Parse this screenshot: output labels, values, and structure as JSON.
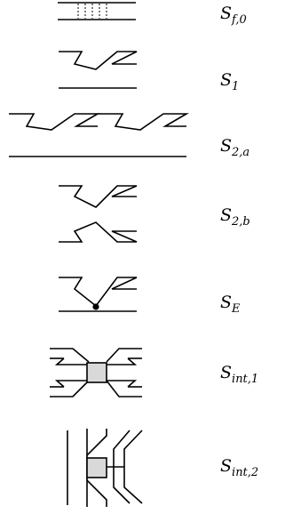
{
  "figure": {
    "items": [
      {
        "symbol": "S",
        "subscript": "f,0"
      },
      {
        "symbol": "S",
        "subscript": "1"
      },
      {
        "symbol": "S",
        "subscript": "2,a"
      },
      {
        "symbol": "S",
        "subscript": "2,b"
      },
      {
        "symbol": "S",
        "subscript": "E"
      },
      {
        "symbol": "S",
        "subscript": "int,1"
      },
      {
        "symbol": "S",
        "subscript": "int,2"
      }
    ],
    "colors": {
      "stroke": "#000000",
      "junction_fill": "#d9d9d9",
      "vertex_fill": "#000000"
    }
  }
}
